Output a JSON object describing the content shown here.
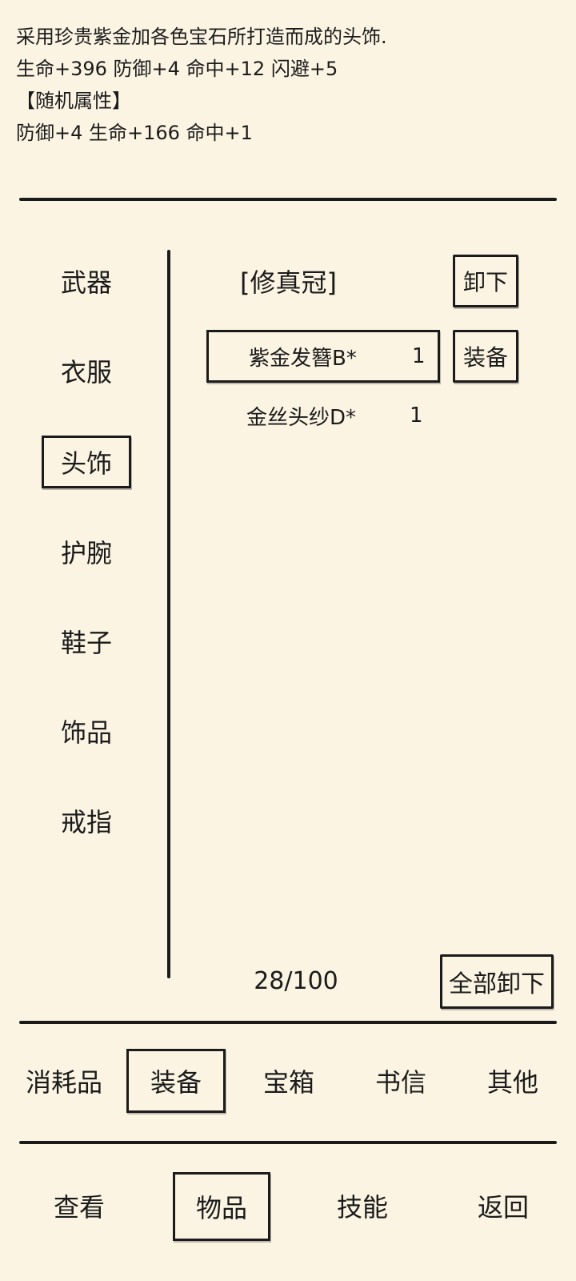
{
  "description": {
    "lines": [
      "采用珍贵紫金加各色宝石所打造而成的头饰.",
      "生命+396 防御+4 命中+12 闪避+5",
      "【随机属性】",
      "防御+4 生命+166 命中+1"
    ]
  },
  "categories": [
    {
      "label": "武器"
    },
    {
      "label": "衣服"
    },
    {
      "label": "头饰",
      "active": true
    },
    {
      "label": "护腕"
    },
    {
      "label": "鞋子"
    },
    {
      "label": "饰品"
    },
    {
      "label": "戒指"
    }
  ],
  "equipped": {
    "name": "[修真冠]",
    "unequip_label": "卸下"
  },
  "items": [
    {
      "name": "紫金发簪B*",
      "count": "1",
      "selected": true,
      "equip_label": "装备"
    },
    {
      "name": "金丝头纱D*",
      "count": "1"
    }
  ],
  "capacity": "28/100",
  "unequip_all_label": "全部卸下",
  "item_tabs": [
    {
      "label": "消耗品"
    },
    {
      "label": "装备",
      "active": true
    },
    {
      "label": "宝箱"
    },
    {
      "label": "书信"
    },
    {
      "label": "其他"
    }
  ],
  "main_nav": [
    {
      "label": "查看"
    },
    {
      "label": "物品",
      "active": true
    },
    {
      "label": "技能"
    },
    {
      "label": "返回"
    }
  ]
}
